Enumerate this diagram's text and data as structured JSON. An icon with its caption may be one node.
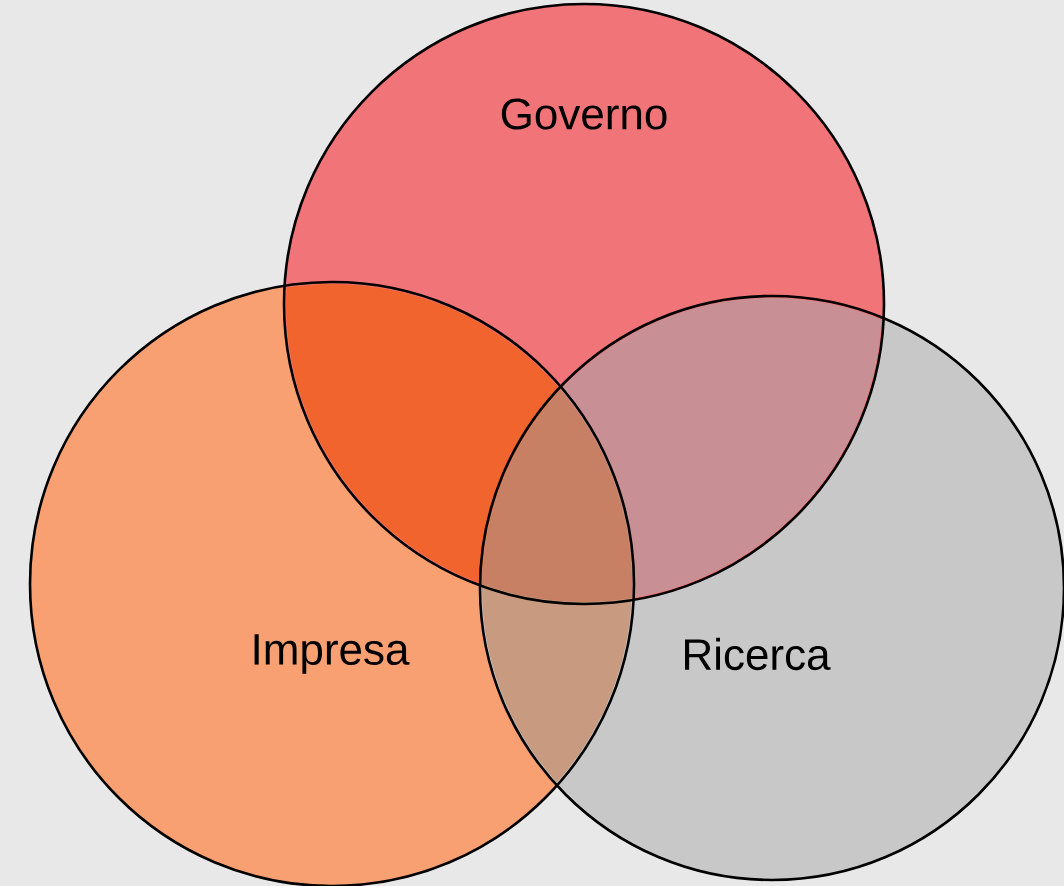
{
  "diagram": {
    "nodes": [
      {
        "text": [
          "Governo"
        ]
      },
      {
        "text": [
          "Impresa"
        ]
      },
      {
        "text": [
          "Ricerca"
        ]
      }
    ]
  }
}
